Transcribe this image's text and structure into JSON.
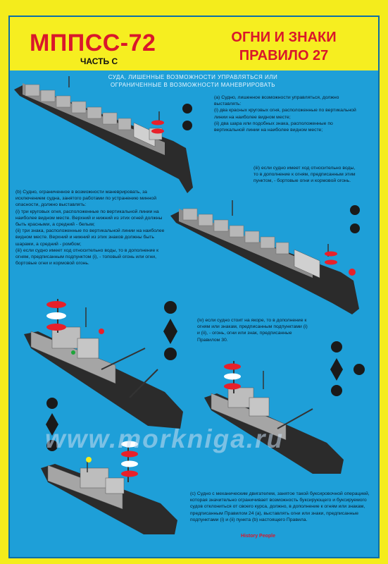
{
  "header": {
    "title_left": "МППСС-72",
    "subtitle_left": "ЧАСТЬ С",
    "title_right_line1": "ОГНИ И ЗНАКИ",
    "title_right_line2": "ПРАВИЛО 27"
  },
  "section_caption": {
    "line1": "СУДА, ЛИШЕННЫЕ ВОЗМОЖНОСТИ УПРАВЛЯТЬСЯ ИЛИ",
    "line2": "ОГРАНИЧЕННЫЕ В ВОЗМОЖНОСТИ МАНЕВРИРОВАТЬ"
  },
  "paragraphs": {
    "a": "(а) Судно, лишенное возможности управляться, должно выставлять:",
    "a_i": "(i) два красных круговых огня, расположенные по вертикальной линии на наиболее видном месте;",
    "a_ii": "(ii) два шара или подобных знака, расположенные по вертикальной линии на наиболее видном месте;",
    "a_iii": "(iii) если судно имеет ход относительно воды, то в дополнение к огням, предписанным этим пунктом, - бортовые огни и кормовой огонь.",
    "b": "(b) Судно, ограниченное в возможности маневрировать, за исключением судна, занятого работами по устранению минной опасности, должно выставлять:",
    "b_i": "(i) три круговых огня, расположенные по вертикальной линии на наиболее видном месте. Верхний и нижний из этих огней должны быть красными, а средний - белым;",
    "b_ii": "(ii) три знака, расположенные по вертикальной линии на наиболее видном месте. Верхний и нижний из этих знаков должны быть шарами, а средний - ромбом;",
    "b_iii": "(iii) если судно имеет ход относительно воды, то в дополнение к огням, предписанным подпунктом (i), - топовый огонь или огни, бортовые огни и кормовой огонь.",
    "b_iv": "(iv) если судно стоит на якоре, то в дополнение к огням или знакам, предписанным подпунктами (i) и (ii), - огонь, огни или знак, предписанные Правилом 30.",
    "c": "(с) Судно с механическим двигателем, занятое такой буксировочной операцией, которая значительно ограничивает возможность буксирующего и буксируемого судов отклониться от своего курса, должно, в дополнение к огням или знакам, предписанным Правилом 24 (а), выставлять огни или знаки, предписанные подпунктами (i) и (ii) пункта (b) настоящего Правила."
  },
  "watermark": "www.morkniga.ru",
  "footer_logo": "History People",
  "colors": {
    "background": "#f4ec1c",
    "panel": "#1e9fd8",
    "title_red": "#d9172b",
    "light_red": "#e8202a",
    "hull": "#2a2a2a"
  }
}
